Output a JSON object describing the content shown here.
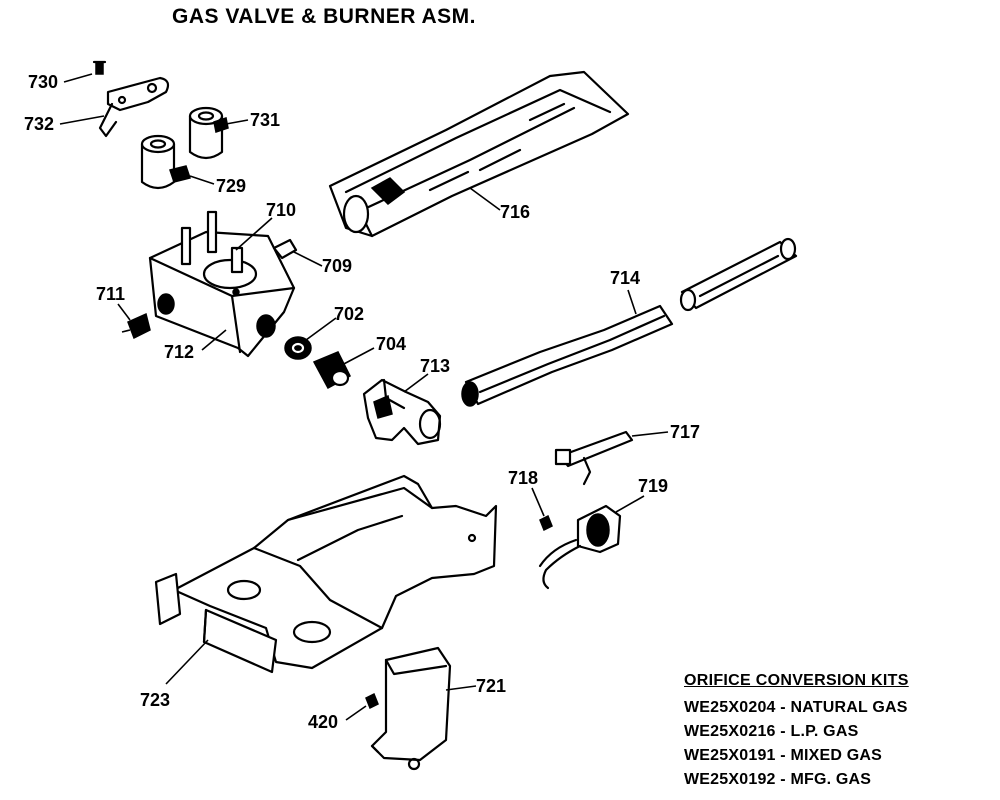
{
  "title": "GAS VALVE & BURNER ASM.",
  "parts": [
    {
      "id": "730"
    },
    {
      "id": "732"
    },
    {
      "id": "731"
    },
    {
      "id": "729"
    },
    {
      "id": "710"
    },
    {
      "id": "709"
    },
    {
      "id": "711"
    },
    {
      "id": "712"
    },
    {
      "id": "702"
    },
    {
      "id": "704"
    },
    {
      "id": "713"
    },
    {
      "id": "716"
    },
    {
      "id": "714"
    },
    {
      "id": "717"
    },
    {
      "id": "718"
    },
    {
      "id": "719"
    },
    {
      "id": "723"
    },
    {
      "id": "721"
    },
    {
      "id": "420"
    }
  ],
  "orifice_kits": {
    "title": "ORIFICE CONVERSION KITS",
    "items": [
      {
        "part": "WE25X0204",
        "desc": "NATURAL GAS"
      },
      {
        "part": "WE25X0216",
        "desc": "L.P. GAS"
      },
      {
        "part": "WE25X0191",
        "desc": "MIXED GAS"
      },
      {
        "part": "WE25X0192",
        "desc": "MFG. GAS"
      }
    ]
  }
}
